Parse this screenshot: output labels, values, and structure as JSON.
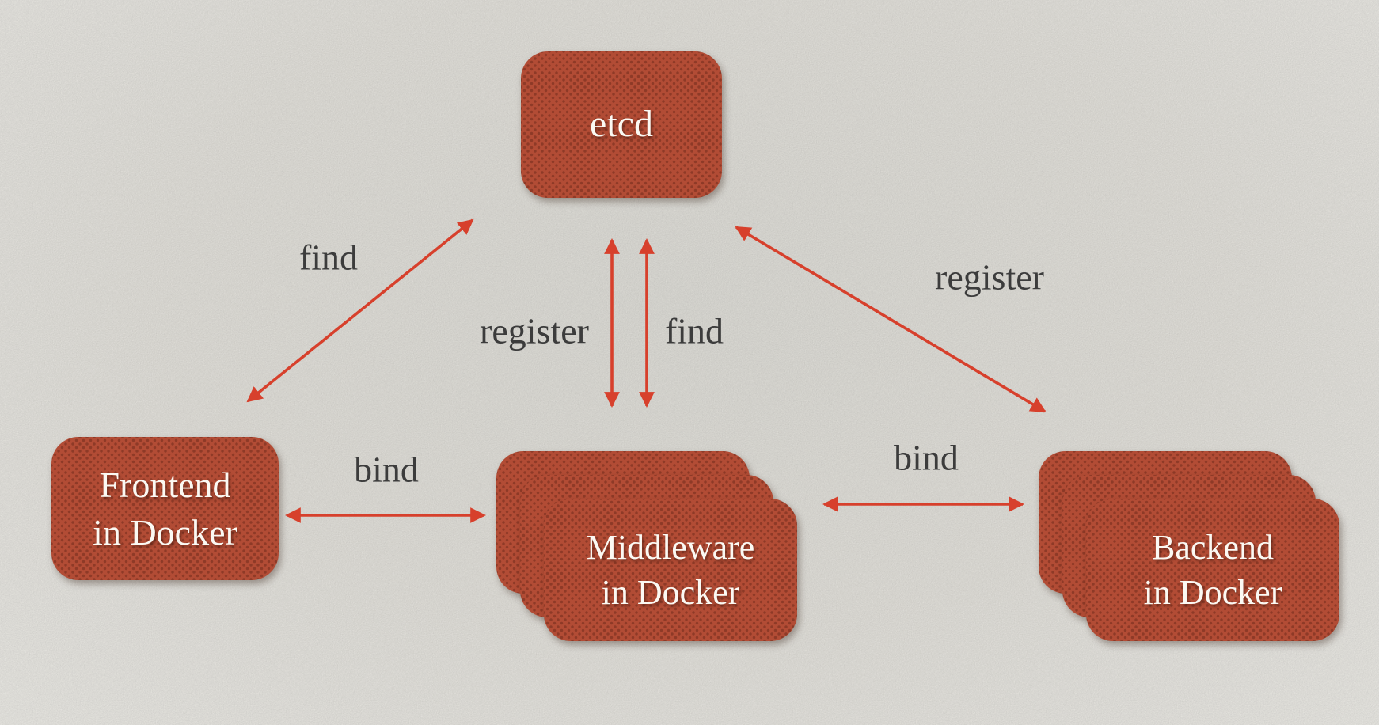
{
  "colors": {
    "background": "#ebeae4",
    "node_fill": "#b24c35",
    "node_dot": "#8e3a27",
    "node_text": "#fbf9f3",
    "arrow": "#d7402c",
    "label_text": "#3c3c3c"
  },
  "nodes": {
    "etcd": {
      "lines": [
        "etcd"
      ]
    },
    "frontend": {
      "lines": [
        "Frontend",
        "in Docker"
      ]
    },
    "middleware": {
      "lines": [
        "Middleware",
        "in Docker"
      ],
      "replicas_shown": 3
    },
    "backend": {
      "lines": [
        "Backend",
        "in Docker"
      ],
      "replicas_shown": 3
    }
  },
  "edges": {
    "frontend_etcd": {
      "label": "find",
      "type": "bidirectional"
    },
    "middleware_etcd_register": {
      "label": "register",
      "type": "bidirectional"
    },
    "middleware_etcd_find": {
      "label": "find",
      "type": "bidirectional"
    },
    "backend_etcd": {
      "label": "register",
      "type": "bidirectional"
    },
    "frontend_middleware": {
      "label": "bind",
      "type": "bidirectional"
    },
    "middleware_backend": {
      "label": "bind",
      "type": "bidirectional"
    }
  }
}
